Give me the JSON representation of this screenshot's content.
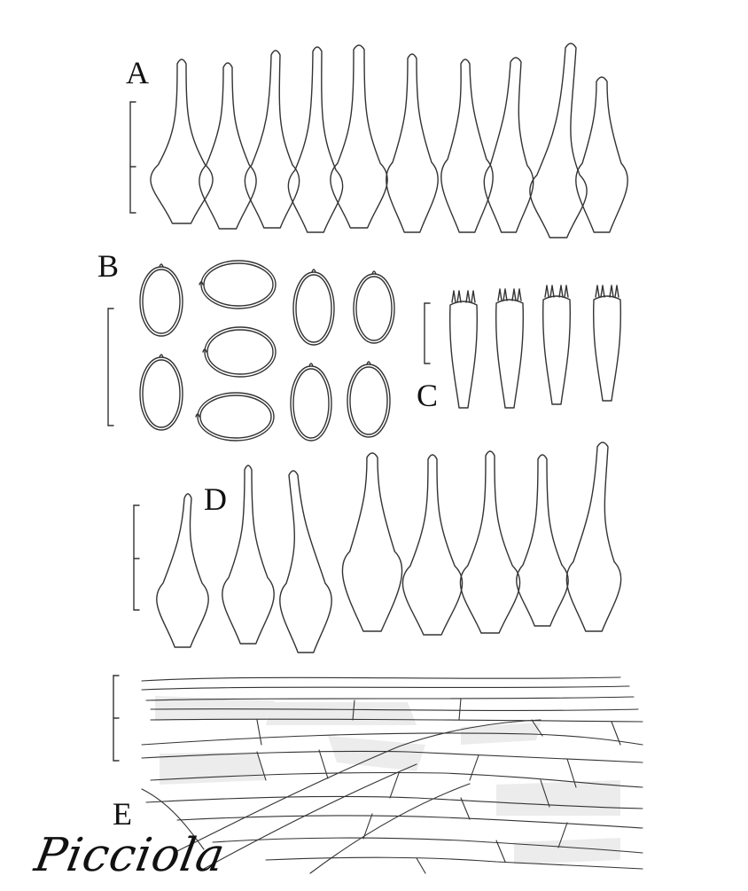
{
  "plate": {
    "labels": {
      "a": "A",
      "b": "B",
      "c": "C",
      "d": "D",
      "e": "E"
    },
    "signature": "Picciola"
  }
}
